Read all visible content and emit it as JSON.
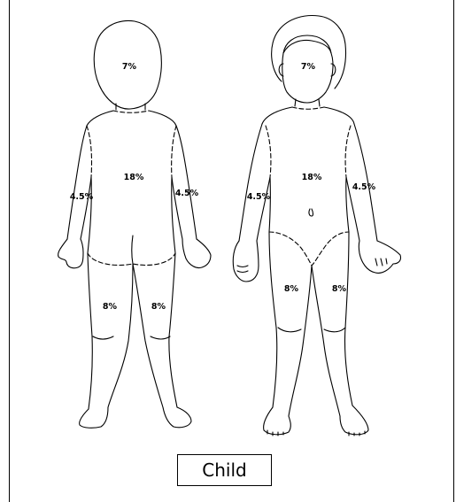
{
  "back_figure": {
    "head": "7%",
    "trunk": "18%",
    "left_arm": "4.5%",
    "right_arm": "4.5%",
    "left_leg": "8%",
    "right_leg": "8%"
  },
  "front_figure": {
    "head": "7%",
    "trunk": "18%",
    "left_arm": "4.5%",
    "right_arm": "4.5%",
    "left_leg": "8%",
    "right_leg": "8%"
  },
  "caption": "Child",
  "colors": {
    "line": "#000000",
    "background": "#ffffff"
  }
}
